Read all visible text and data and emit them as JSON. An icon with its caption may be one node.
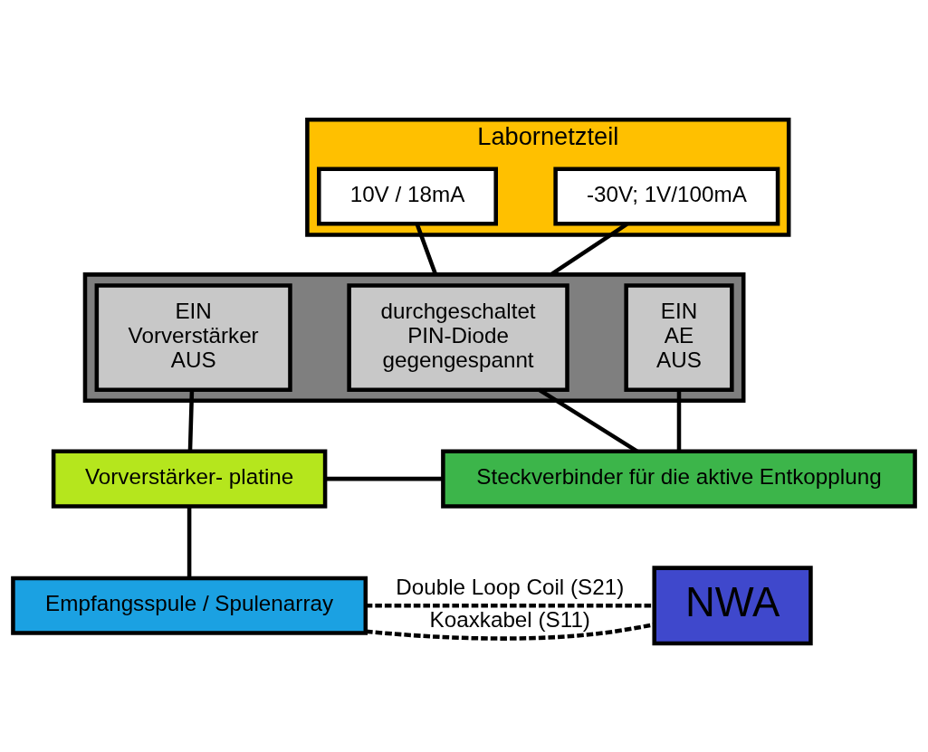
{
  "diagram": {
    "nodes": [
      {
        "text": [
          "Labornetzteil"
        ]
      },
      {
        "text": [
          "10V / 18mA"
        ],
        "in": 0
      },
      {
        "text": [
          "-30V; 1V/100mA"
        ],
        "in": 0
      },
      {
        "text": [],
        "shape": "box"
      },
      {
        "text": [
          "EIN",
          "Vorverstärker",
          "AUS"
        ],
        "in": 3
      },
      {
        "text": [
          "durchgeschaltet",
          "PIN-Diode",
          "gegengespannt"
        ],
        "in": 3
      },
      {
        "text": [
          "EIN",
          "AE",
          "AUS"
        ],
        "in": 3
      },
      {
        "text": [
          "Vorverstärker- platine"
        ]
      },
      {
        "text": [
          "Steckverbinder für die aktive Entkopplung"
        ]
      },
      {
        "text": [
          "Empfangsspule / Spulenarray"
        ]
      },
      {
        "text": [
          "NWA"
        ]
      }
    ],
    "edges": [
      {
        "from": 1,
        "to": 3,
        "arrow": "none"
      },
      {
        "from": 2,
        "to": 3,
        "arrow": "none"
      },
      {
        "from": 4,
        "to": 7,
        "arrow": "none"
      },
      {
        "from": 5,
        "to": 8,
        "arrow": "none"
      },
      {
        "from": 6,
        "to": 8,
        "arrow": "none"
      },
      {
        "from": 7,
        "to": 8,
        "arrow": "none"
      },
      {
        "from": 7,
        "to": 9,
        "arrow": "none"
      },
      {
        "from": 9,
        "to": 10,
        "arrow": "none",
        "style": "dashed",
        "label": "Double Loop Coil (S21)"
      },
      {
        "from": 9,
        "to": 10,
        "arrow": "none",
        "style": "dashed",
        "label": "Koaxkabel (S11)"
      }
    ]
  }
}
